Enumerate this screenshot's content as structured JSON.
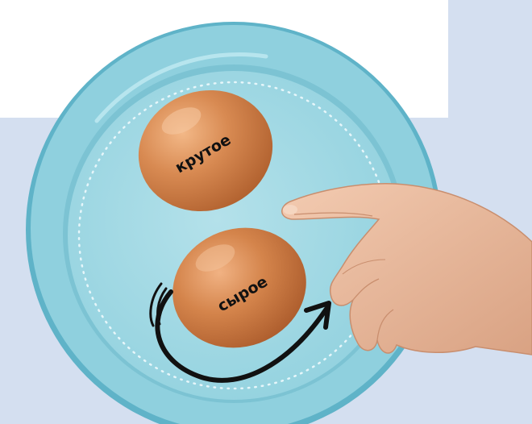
{
  "image": {
    "eggs": [
      {
        "label": "крутое",
        "kind": "hard-boiled"
      },
      {
        "label": "сырое",
        "kind": "raw"
      }
    ]
  },
  "colors": {
    "background": "#d4dff0",
    "paper": "#ffffff",
    "plate_rim": "#8fd0de",
    "plate_inner": "#a9dbe6",
    "plate_edge": "#5fb3c8",
    "egg": "#c8733f",
    "skin": "#e9b89a",
    "arrow": "#111111"
  },
  "icons": [
    "plate",
    "egg",
    "curved-arrow",
    "pointing-hand"
  ]
}
